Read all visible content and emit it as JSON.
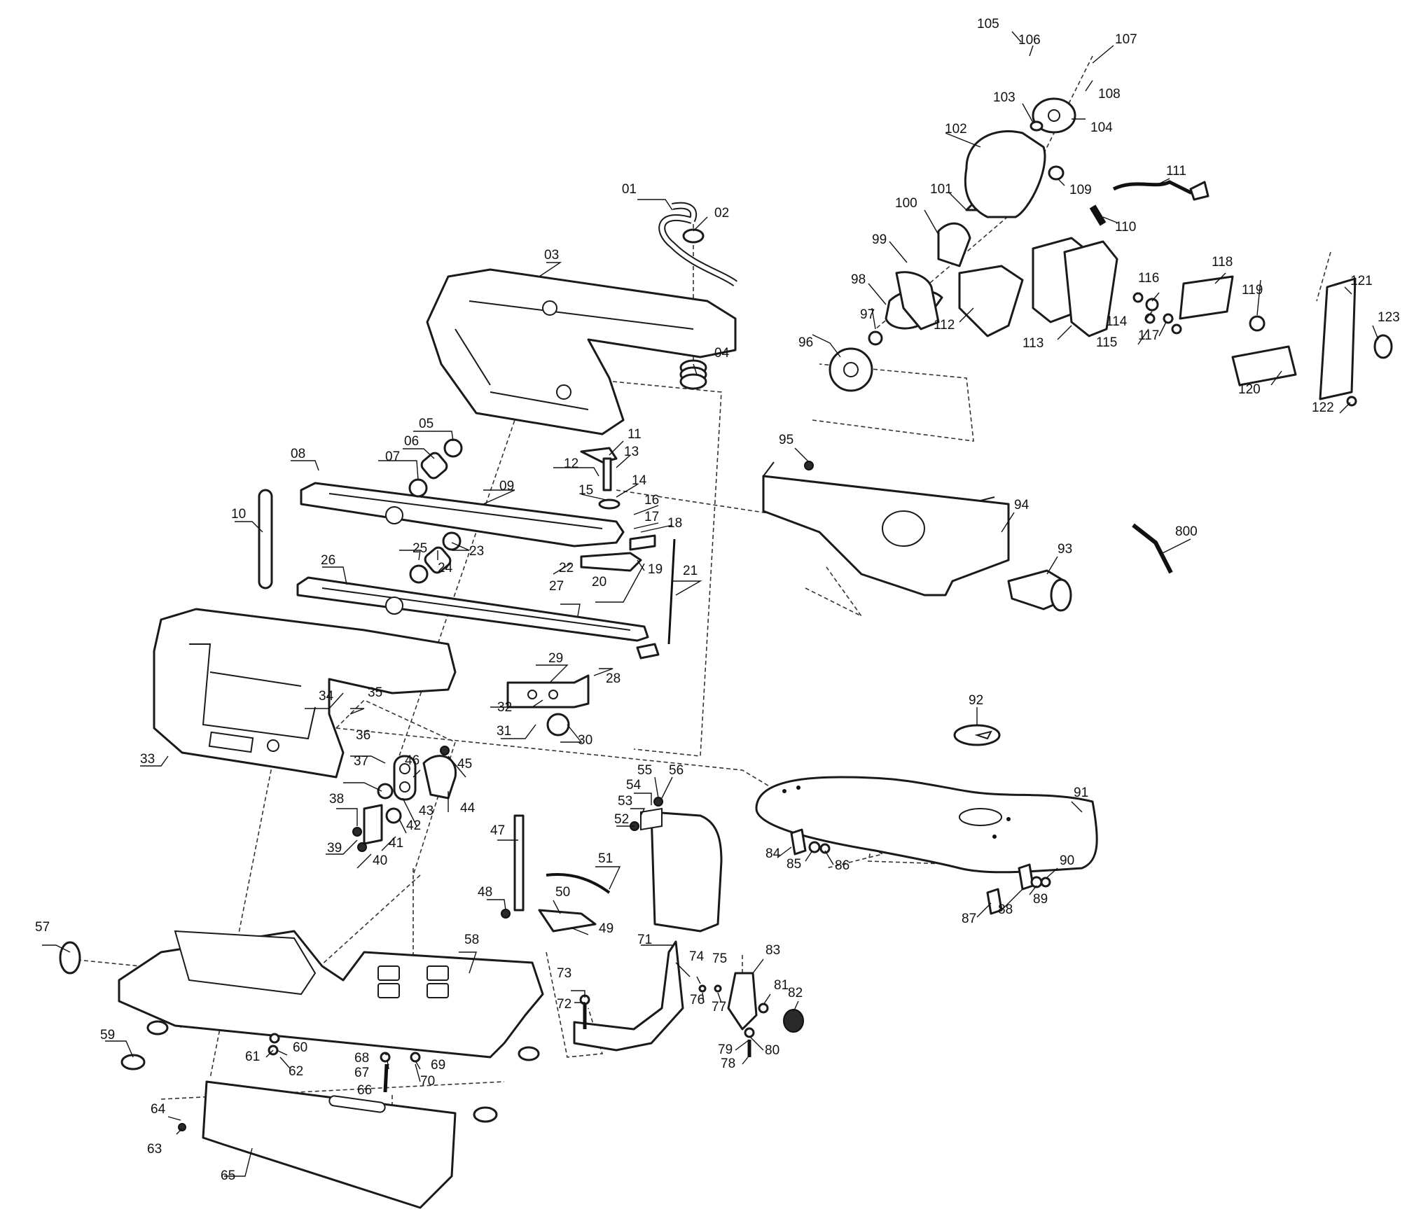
{
  "diagram": {
    "part_labels": [
      "01",
      "02",
      "03",
      "04",
      "05",
      "06",
      "07",
      "08",
      "09",
      "10",
      "11",
      "12",
      "13",
      "14",
      "15",
      "16",
      "17",
      "18",
      "19",
      "20",
      "21",
      "22",
      "23",
      "24",
      "25",
      "26",
      "27",
      "28",
      "29",
      "30",
      "31",
      "32",
      "33",
      "34",
      "35",
      "36",
      "37",
      "38",
      "39",
      "40",
      "41",
      "42",
      "43",
      "44",
      "45",
      "46",
      "47",
      "48",
      "49",
      "50",
      "51",
      "52",
      "53",
      "54",
      "55",
      "56",
      "57",
      "58",
      "59",
      "60",
      "61",
      "62",
      "63",
      "64",
      "65",
      "66",
      "67",
      "68",
      "69",
      "70",
      "71",
      "72",
      "73",
      "74",
      "75",
      "76",
      "77",
      "78",
      "79",
      "80",
      "81",
      "82",
      "83",
      "84",
      "85",
      "86",
      "87",
      "88",
      "89",
      "90",
      "91",
      "92",
      "93",
      "94",
      "95",
      "96",
      "97",
      "98",
      "99",
      "100",
      "101",
      "102",
      "103",
      "104",
      "105",
      "106",
      "107",
      "108",
      "109",
      "110",
      "111",
      "112",
      "113",
      "114",
      "115",
      "116",
      "117",
      "118",
      "119",
      "120",
      "121",
      "122",
      "123",
      "800"
    ]
  }
}
